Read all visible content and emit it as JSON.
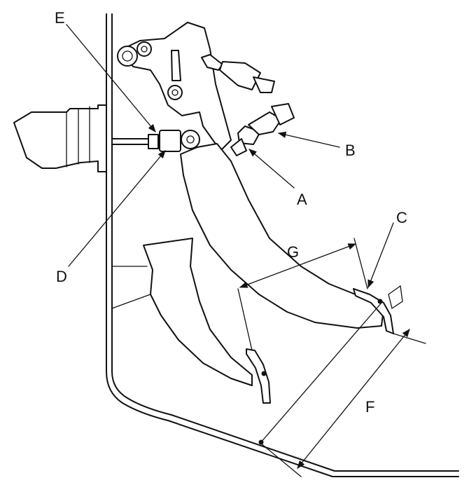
{
  "callouts": {
    "a": "A",
    "b": "B",
    "c": "C",
    "d": "D",
    "e": "E",
    "f": "F",
    "g": "G"
  },
  "colors": {
    "line": "#111111",
    "background": "#ffffff"
  }
}
